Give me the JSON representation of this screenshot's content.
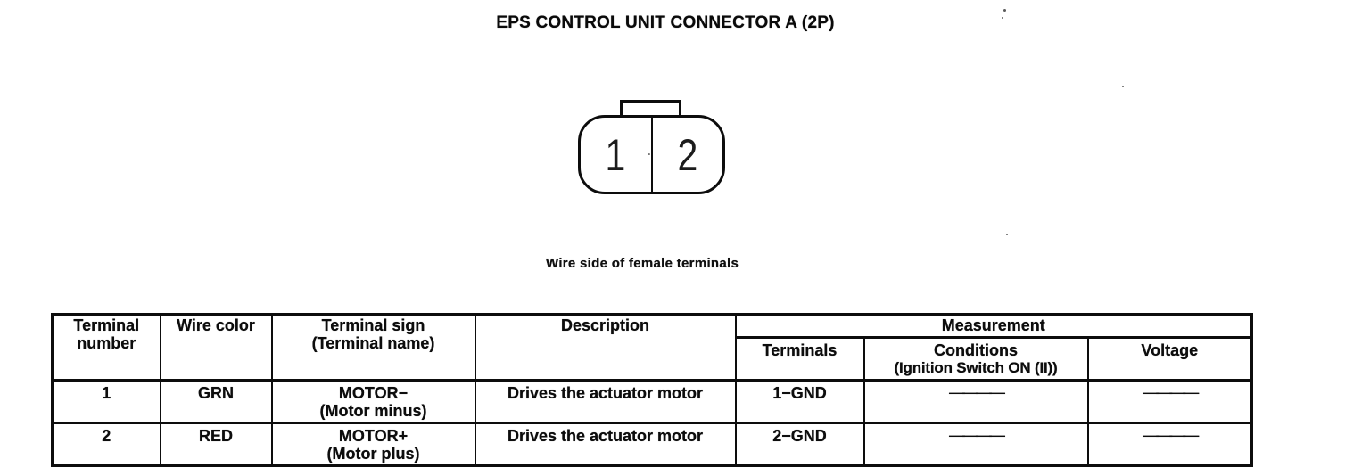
{
  "page": {
    "title": "EPS CONTROL UNIT CONNECTOR A (2P)",
    "caption": "Wire side of female terminals"
  },
  "connector": {
    "pins": [
      "1",
      "2"
    ]
  },
  "table": {
    "header": {
      "terminal_number": [
        "Terminal",
        "number"
      ],
      "wire_color": "Wire color",
      "terminal_sign": [
        "Terminal sign",
        "(Terminal name)"
      ],
      "description": "Description",
      "measurement": "Measurement",
      "terminals": "Terminals",
      "conditions": [
        "Conditions",
        "(Ignition Switch ON (II))"
      ],
      "voltage": "Voltage"
    },
    "rows": [
      {
        "terminal_number": "1",
        "wire_color": "GRN",
        "terminal_sign": "MOTOR−",
        "terminal_name": "(Motor minus)",
        "description": "Drives the actuator motor",
        "terminals": "1−GND",
        "conditions": "————",
        "voltage": "————"
      },
      {
        "terminal_number": "2",
        "wire_color": "RED",
        "terminal_sign": "MOTOR+",
        "terminal_name": "(Motor plus)",
        "description": "Drives the actuator motor",
        "terminals": "2−GND",
        "conditions": "————",
        "voltage": "————"
      }
    ]
  }
}
